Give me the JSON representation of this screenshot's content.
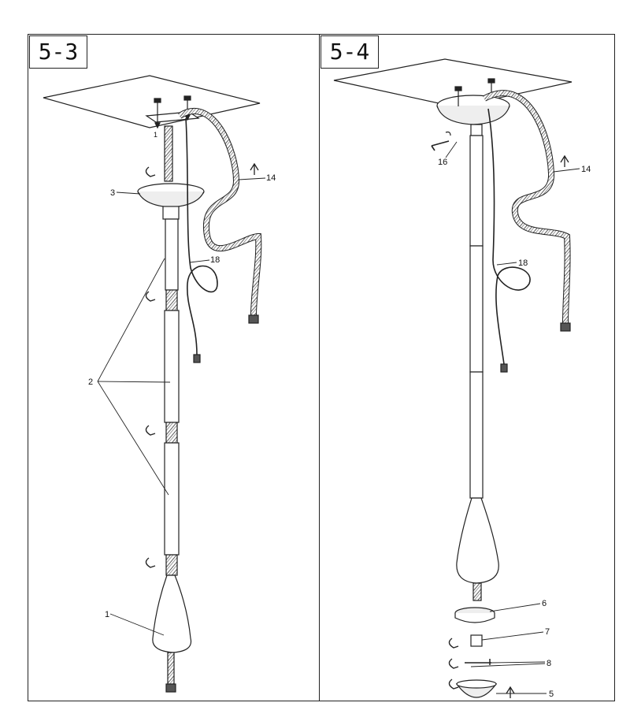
{
  "panels": [
    {
      "label": "5-3"
    },
    {
      "label": "5-4"
    }
  ],
  "callouts_left": {
    "c1": "1",
    "c2": "2",
    "c3": "3",
    "c14": "14",
    "c18": "18",
    "screw": "1"
  },
  "callouts_right": {
    "c5": "5",
    "c6": "6",
    "c7": "7",
    "c8": "8",
    "c14": "14",
    "c16": "16",
    "c18": "18"
  },
  "colors": {
    "line": "#222222",
    "shade": "#bbbbbb",
    "dark": "#555555"
  }
}
